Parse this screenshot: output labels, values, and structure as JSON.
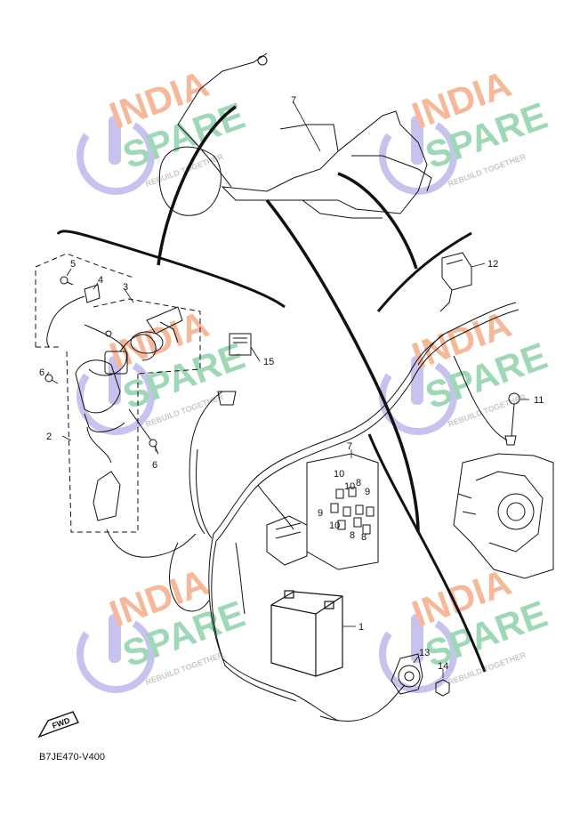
{
  "callouts": [
    {
      "label": "1"
    },
    {
      "label": "2"
    },
    {
      "label": "3"
    },
    {
      "label": "4"
    },
    {
      "label": "5"
    },
    {
      "label": "6"
    },
    {
      "label": "6"
    },
    {
      "label": "7"
    },
    {
      "label": "7"
    },
    {
      "label": "8"
    },
    {
      "label": "8"
    },
    {
      "label": "8"
    },
    {
      "label": "9"
    },
    {
      "label": "9"
    },
    {
      "label": "10"
    },
    {
      "label": "10"
    },
    {
      "label": "10"
    },
    {
      "label": "11"
    },
    {
      "label": "12"
    },
    {
      "label": "13"
    },
    {
      "label": "14"
    },
    {
      "label": "15"
    }
  ],
  "fwd_label": "FWD",
  "drawing_code": "B7JE470-V400",
  "watermark": {
    "line1": "INDIA",
    "line2": "SPARE",
    "tagline": "REBUILD TOGETHER",
    "colors": {
      "india": "#f7b89a",
      "spare": "#9fd8b6",
      "tagline": "#c8c8c8",
      "icon": "#c6c3ee"
    }
  },
  "colors": {
    "line": "#111111"
  }
}
